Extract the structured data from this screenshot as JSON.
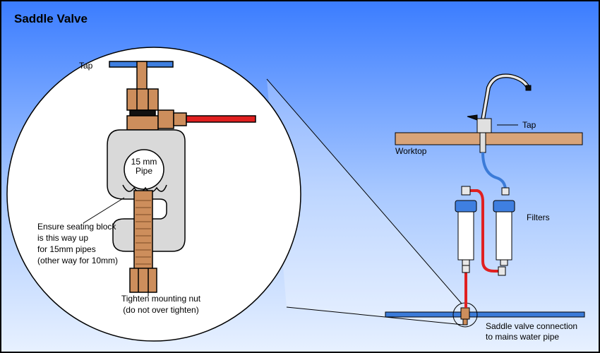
{
  "title": "Saddle Valve",
  "labels": {
    "tap_detail": "Tap",
    "pipe_line1": "15 mm",
    "pipe_line2": "Pipe",
    "seating_line1": "Ensure seating block",
    "seating_line2": "is this way up",
    "seating_line3": "for 15mm pipes",
    "seating_line4": "(other way for 10mm)",
    "nut_line1": "Tighten mounting nut",
    "nut_line2": "(do not over tighten)",
    "tap_right": "Tap",
    "worktop": "Worktop",
    "filters": "Filters",
    "saddle_line1": "Saddle valve connection",
    "saddle_line2": "to mains water pipe"
  },
  "colors": {
    "sky_top": "#3a7cff",
    "sky_bottom": "#e6f0ff",
    "brass": "#cd8e5c",
    "wood": "#d8a47a",
    "blue_pipe": "#3b7bd8",
    "red_pipe": "#e02020",
    "filter_cap": "#3f7fe0"
  }
}
